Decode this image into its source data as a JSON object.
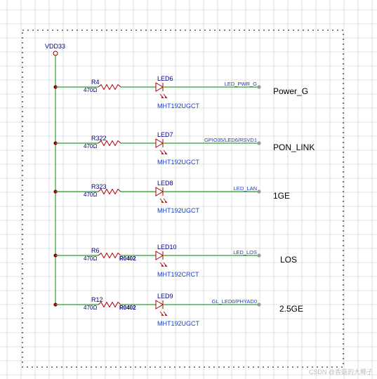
{
  "colors": {
    "grid": "#c8c8c8",
    "frame": "#555555",
    "wire": "#2f9e2f",
    "part": "#b00000",
    "ref": "#000080",
    "net": "#1a3cc8",
    "port": "#000000",
    "node": "#8b0000",
    "endpoint": "#9a9a9a"
  },
  "power_rail": {
    "label": "VDD33"
  },
  "rows": [
    {
      "resistor_ref": "R4",
      "resistor_value": "470Ω",
      "footprint": "",
      "led_ref": "LED6",
      "led_part": "MHT192UGCT",
      "net": "LED_PWR_G",
      "port": "Power_G"
    },
    {
      "resistor_ref": "R322",
      "resistor_value": "470Ω",
      "footprint": "",
      "led_ref": "LED7",
      "led_part": "MHT192UGCT",
      "net": "GPIO35/LED6/RSVD1",
      "port": "PON_LINK"
    },
    {
      "resistor_ref": "R323",
      "resistor_value": "470Ω",
      "footprint": "",
      "led_ref": "LED8",
      "led_part": "MHT192UGCT",
      "net": "LED_LAN",
      "port": "1GE"
    },
    {
      "resistor_ref": "R6",
      "resistor_value": "470Ω",
      "footprint": "R0402",
      "led_ref": "LED10",
      "led_part": "MHT192CRCT",
      "net": "LED_LOS",
      "port": "LOS"
    },
    {
      "resistor_ref": "R12",
      "resistor_value": "470Ω",
      "footprint": "R0402",
      "led_ref": "LED9",
      "led_part": "MHT192UGCT",
      "net": "GL_LED0/PHYAD0",
      "port": "2.5GE"
    }
  ],
  "watermark": "CSDN @香菇的大椰子"
}
